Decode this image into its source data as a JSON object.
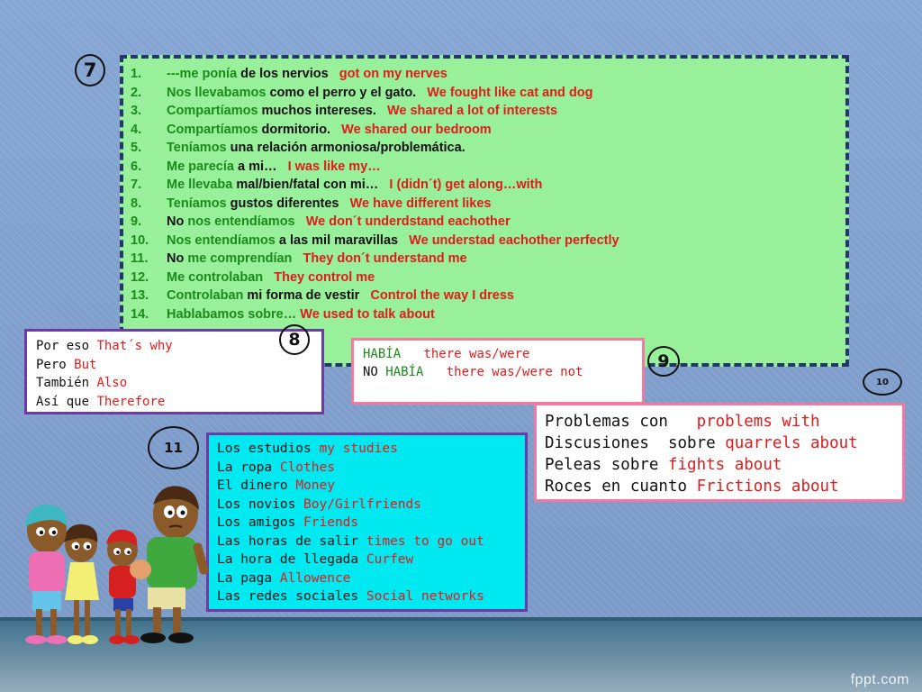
{
  "slide": {
    "box7": {
      "marker": "7",
      "items": [
        {
          "num": "1.",
          "parts": [
            {
              "t": "---me ponía",
              "c": "g"
            },
            {
              "t": " de los nervios",
              "c": "d"
            },
            {
              "t": "   got on my nerves",
              "c": "r"
            }
          ]
        },
        {
          "num": "2.",
          "parts": [
            {
              "t": "Nos llevabamos",
              "c": "g"
            },
            {
              "t": " como el perro y el gato.",
              "c": "d"
            },
            {
              "t": "   We fought like cat and dog",
              "c": "r"
            }
          ]
        },
        {
          "num": "3.",
          "parts": [
            {
              "t": "Compartíamos",
              "c": "g"
            },
            {
              "t": " muchos intereses.",
              "c": "d"
            },
            {
              "t": "   We shared a lot of interests",
              "c": "r"
            }
          ]
        },
        {
          "num": "4.",
          "parts": [
            {
              "t": "Compartíamos",
              "c": "g"
            },
            {
              "t": " dormitorio.",
              "c": "d"
            },
            {
              "t": "   We shared our bedroom",
              "c": "r"
            }
          ]
        },
        {
          "num": "5.",
          "parts": [
            {
              "t": "Teníamos",
              "c": "g"
            },
            {
              "t": " una relación armoniosa/problemática.",
              "c": "d"
            }
          ]
        },
        {
          "num": "6.",
          "parts": [
            {
              "t": "Me parecía",
              "c": "g"
            },
            {
              "t": " a mi…",
              "c": "d"
            },
            {
              "t": "   I was like my…",
              "c": "r"
            }
          ]
        },
        {
          "num": "7.",
          "parts": [
            {
              "t": "Me llevaba",
              "c": "g"
            },
            {
              "t": " mal/bien/fatal con mi…",
              "c": "d"
            },
            {
              "t": "   I (didn´t) get along…with",
              "c": "r"
            }
          ]
        },
        {
          "num": "8.",
          "parts": [
            {
              "t": "Teníamos",
              "c": "g"
            },
            {
              "t": " gustos diferentes",
              "c": "d"
            },
            {
              "t": "   We have different likes",
              "c": "r"
            }
          ]
        },
        {
          "num": "9.",
          "numc": "d",
          "parts": [
            {
              "t": "No",
              "c": "d"
            },
            {
              "t": " nos entendíamos",
              "c": "g"
            },
            {
              "t": "   We don´t underdstand eachother",
              "c": "r"
            }
          ]
        },
        {
          "num": "10.",
          "parts": [
            {
              "t": "Nos entendíamos",
              "c": "g"
            },
            {
              "t": " a las mil maravillas",
              "c": "d"
            },
            {
              "t": "   We understad eachother perfectly",
              "c": "r"
            }
          ]
        },
        {
          "num": "11.",
          "numc": "d",
          "parts": [
            {
              "t": "No",
              "c": "d"
            },
            {
              "t": " me comprendían",
              "c": "g"
            },
            {
              "t": "   They don´t understand me",
              "c": "r"
            }
          ]
        },
        {
          "num": "12.",
          "parts": [
            {
              "t": "Me controlaban",
              "c": "g"
            },
            {
              "t": "   They control me",
              "c": "r"
            }
          ]
        },
        {
          "num": "13.",
          "parts": [
            {
              "t": "Controlaban",
              "c": "g"
            },
            {
              "t": " mi forma de vestir",
              "c": "d"
            },
            {
              "t": "   Control the way I dress",
              "c": "r"
            }
          ]
        },
        {
          "num": "14.",
          "parts": [
            {
              "t": "Hablabamos sobre…",
              "c": "g"
            },
            {
              "t": " We used to talk about",
              "c": "r"
            }
          ]
        }
      ]
    },
    "box8a": {
      "marker": "8",
      "rows": [
        {
          "es": "Por eso",
          "en": "That´s why"
        },
        {
          "es": "Pero",
          "en": "But"
        },
        {
          "es": "También",
          "en": "Also"
        },
        {
          "es": "Así que",
          "en": "Therefore"
        }
      ]
    },
    "box8b": {
      "rows": [
        {
          "parts": [
            {
              "t": "HABÍA",
              "c": "g"
            },
            {
              "t": "   there was/were",
              "c": "r"
            }
          ]
        },
        {
          "parts": [
            {
              "t": "NO ",
              "c": "d"
            },
            {
              "t": "HABÍA",
              "c": "g"
            },
            {
              "t": "   there was/were not",
              "c": "r"
            }
          ]
        }
      ]
    },
    "box9": {
      "marker": "9"
    },
    "box10": {
      "marker": "10",
      "rows": [
        {
          "es": "Problemas con   ",
          "en": "problems with"
        },
        {
          "es": "Discusiones  sobre ",
          "en": "quarrels about"
        },
        {
          "es": "Peleas sobre ",
          "en": "fights about"
        },
        {
          "es": "Roces en cuanto ",
          "en": "Frictions about"
        }
      ]
    },
    "box11": {
      "marker": "11",
      "rows": [
        {
          "es": "Los estudios ",
          "en": "my studies"
        },
        {
          "es": "La ropa ",
          "en": "Clothes"
        },
        {
          "es": "El dinero ",
          "en": "Money"
        },
        {
          "es": "Los novios ",
          "en": "Boy/Girlfriends"
        },
        {
          "es": "Los amigos ",
          "en": "Friends"
        },
        {
          "es": "Las horas de salir ",
          "en": "times to go out"
        },
        {
          "es": "La hora de llegada ",
          "en": "Curfew"
        },
        {
          "es": "La paga ",
          "en": "Allowence"
        },
        {
          "es": "Las redes sociales ",
          "en": "Social networks"
        }
      ]
    },
    "watermark": "fppt.com",
    "colors": {
      "green": "#1b8a1b",
      "red": "#e01b1b",
      "dark": "#111111",
      "box7_bg": "#99f09b",
      "box11_bg": "#00e8f0"
    }
  }
}
